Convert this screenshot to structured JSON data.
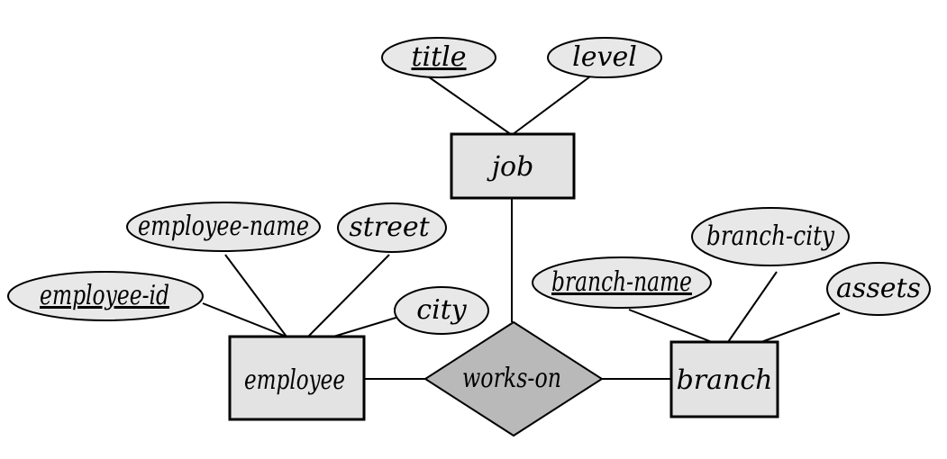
{
  "entities": {
    "job": "job",
    "employee": "employee",
    "branch": "branch"
  },
  "relationship": {
    "works_on": "works-on"
  },
  "attributes": {
    "title": "title",
    "level": "level",
    "employee_name": "employee-name",
    "street": "street",
    "employee_id": "employee-id",
    "city": "city",
    "branch_city": "branch-city",
    "branch_name": "branch-name",
    "assets": "assets"
  },
  "colors": {
    "entity_fill": "#e3e3e3",
    "attribute_fill": "#e8e8e8",
    "relationship_fill": "#b9b9b9",
    "stroke": "#000000"
  }
}
